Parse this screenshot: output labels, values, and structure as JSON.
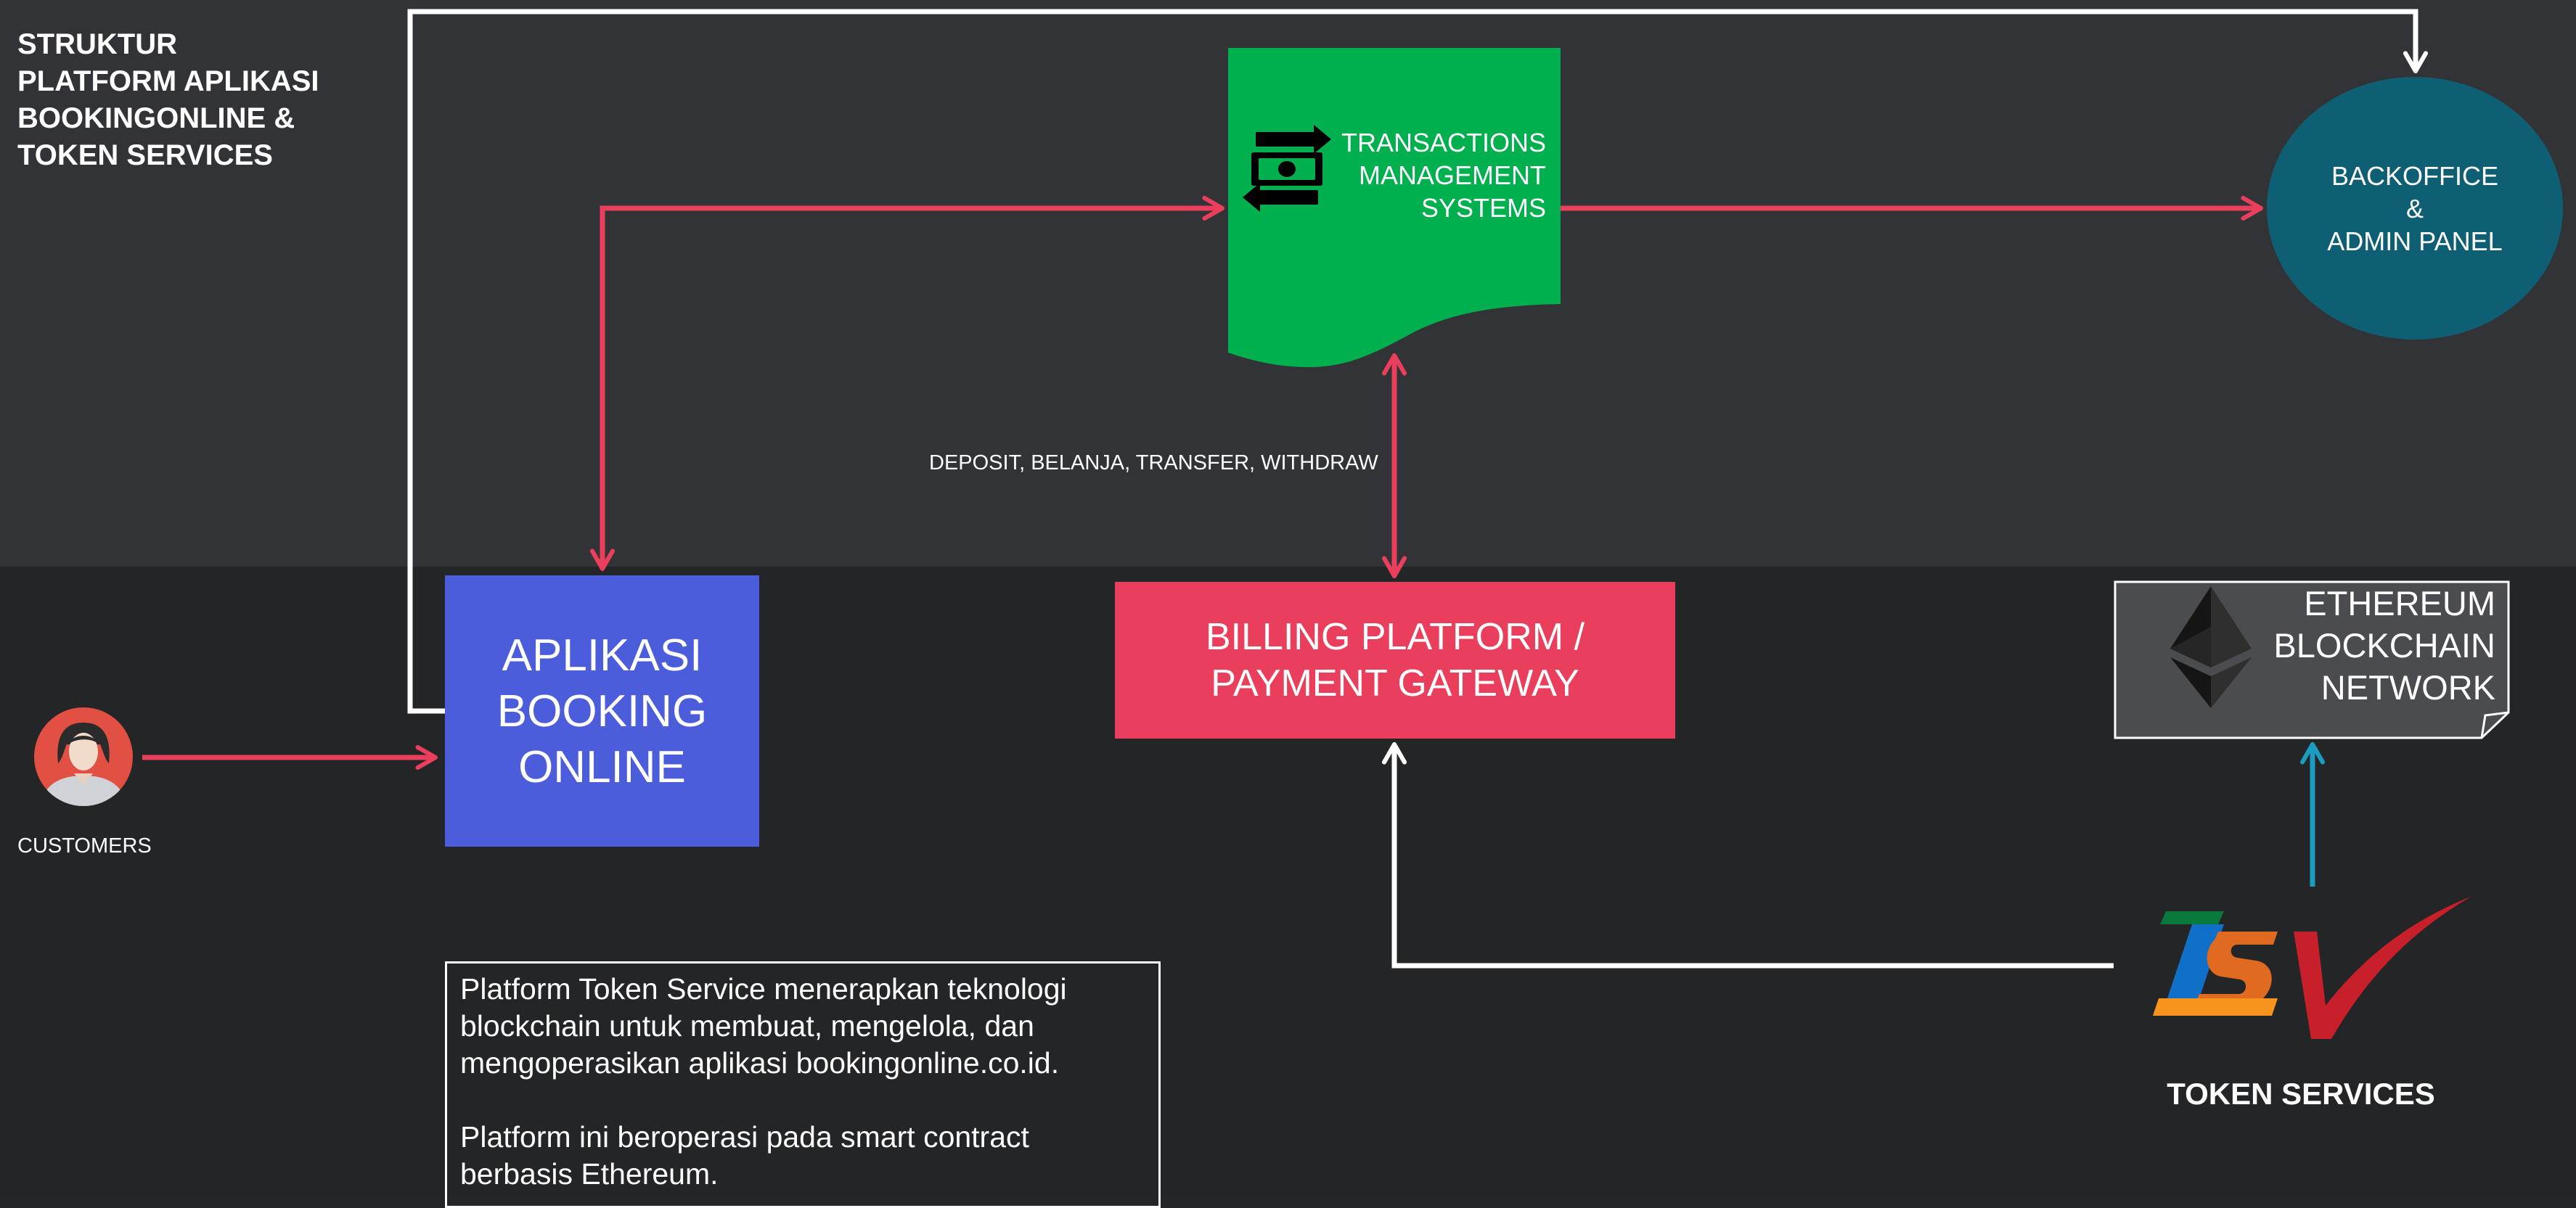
{
  "diagram_title": "STRUKTUR PLATFORM APLIKASI BOOKINGONLINE & TOKEN SERVICES",
  "nodes": {
    "transactions": "TRANSACTIONS MANAGEMENT SYSTEMS",
    "backoffice_line1": "BACKOFFICE",
    "backoffice_line2": "&",
    "backoffice_line3": "ADMIN PANEL",
    "aplikasi": "APLIKASI BOOKING ONLINE",
    "billing": "BILLING PLATFORM / PAYMENT GATEWAY",
    "ethereum": "ETHEREUM BLOCKCHAIN NETWORK",
    "customers": "CUSTOMERS",
    "token_services": "TOKEN SERVICES"
  },
  "edge_labels": {
    "txn_billing": "DEPOSIT, BELANJA, TRANSFER, WITHDRAW"
  },
  "description": {
    "paragraph1": "Platform Token Service menerapkan teknologi blockchain untuk membuat, mengelola, dan mengoperasikan aplikasi bookingonline.co.id.",
    "paragraph2": "Platform ini beroperasi pada smart contract berbasis Ethereum."
  },
  "icons": {
    "transactions": "money-exchange-icon",
    "ethereum": "ethereum-logo-icon",
    "customer": "customer-avatar-icon",
    "token_services": "tsv-logo"
  },
  "colors": {
    "background_top": "#323336",
    "background_bottom": "#242527",
    "transactions": "#00af4d",
    "backoffice": "#0f5f74",
    "aplikasi": "#4c5ddc",
    "billing": "#e93e5c",
    "ethereum_box": "#4b4c50",
    "arrow_red": "#e93e5c",
    "arrow_white": "#ffffff",
    "arrow_blue": "#1b9cc0"
  }
}
